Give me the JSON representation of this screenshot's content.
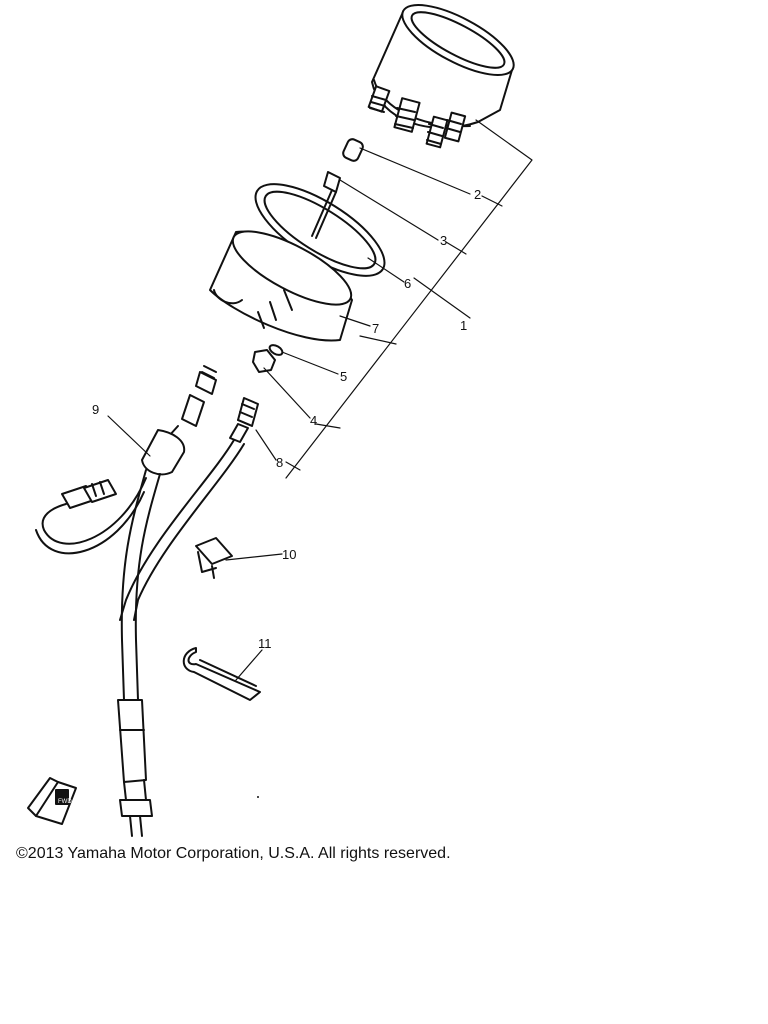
{
  "labels": {
    "p1": "1",
    "p2": "2",
    "p3": "3",
    "p4": "4",
    "p5": "5",
    "p6": "6",
    "p7": "7",
    "p8": "8",
    "p9": "9",
    "p10": "10",
    "p11": "11"
  },
  "fwd_mark": "FWD",
  "footer": {
    "copyright": "©2013 Yamaha Motor Corporation, U.S.A. All rights reserved."
  },
  "colors": {
    "ink": "#111111",
    "background": "#ffffff"
  }
}
